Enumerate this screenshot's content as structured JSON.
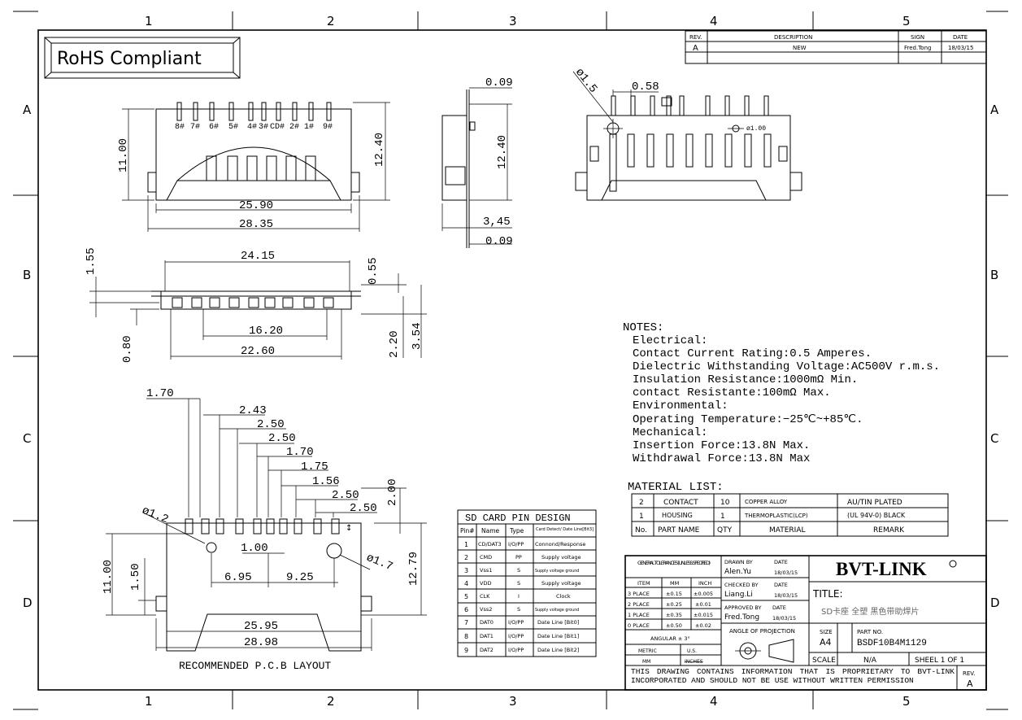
{
  "frame": {
    "columns": [
      "1",
      "2",
      "3",
      "4",
      "5"
    ],
    "rows": [
      "A",
      "B",
      "C",
      "D"
    ]
  },
  "rohs": "RoHS Compliant",
  "revision_block": {
    "headers": [
      "REV.",
      "DESCRIPTION",
      "SIGN",
      "DATE"
    ],
    "row": [
      "A",
      "NEW",
      "Fred.Tong",
      "18/03/15"
    ]
  },
  "front_view": {
    "pin_labels": [
      "8#",
      "7#",
      "6#",
      "5#",
      "4#",
      "3#",
      "CD#",
      "2#",
      "1#",
      "9#"
    ],
    "dims": {
      "w1": "25.90",
      "w2": "28.35",
      "h1": "11.00",
      "h2": "12.40"
    }
  },
  "side_view": {
    "dims": {
      "top": "0.09",
      "h": "12.40",
      "d1": "3,45",
      "d2": "0.09"
    }
  },
  "back_view": {
    "dims": {
      "dia": "ø1.5",
      "w": "0.58",
      "small_dia": "ø1.00"
    }
  },
  "bottom_view": {
    "dims": {
      "top": "24.15",
      "mid": "16.20",
      "bot": "22.60",
      "l1": "1.55",
      "l2": "0.80",
      "r1": "0.55",
      "r2": "2.20",
      "r3": "3.54"
    }
  },
  "pcb_layout": {
    "title": "RECOMMENDED P.C.B LAYOUT",
    "pitch_dims": [
      "1.70",
      "2.43",
      "2.50",
      "2.50",
      "1.70",
      "1.75",
      "1.56",
      "2.50",
      "2.50"
    ],
    "dims": {
      "d12": "ø1.2",
      "d17": "ø1.7",
      "p100": "1.00",
      "p695": "6.95",
      "p925": "9.25",
      "w2595": "25.95",
      "w2898": "28.98",
      "h200": "2.00",
      "h1279": "12.79",
      "h1100": "11.00",
      "h150": "1.50"
    }
  },
  "pin_table": {
    "title": "SD CARD PIN DESIGN",
    "headers": [
      "Pin#",
      "Name",
      "Type",
      "Card Detect/ Date Line[Bit3]"
    ],
    "rows": [
      [
        "1",
        "CD/DAT3",
        "I/O/PP",
        "Connond/Response"
      ],
      [
        "2",
        "CMD",
        "PP",
        "Supply voltage"
      ],
      [
        "3",
        "Vss1",
        "S",
        "Supply voltage ground"
      ],
      [
        "4",
        "VDD",
        "S",
        "Supply voltage"
      ],
      [
        "5",
        "CLK",
        "I",
        "Clock"
      ],
      [
        "6",
        "Vss2",
        "S",
        "Supply voltage ground"
      ],
      [
        "7",
        "DAT0",
        "I/O/PP",
        "Date Line [Bit0]"
      ],
      [
        "8",
        "DAT1",
        "I/O/PP",
        "Date Line [Bit1]"
      ],
      [
        "9",
        "DAT2",
        "I/O/PP",
        "Date Line [Bit2]"
      ]
    ]
  },
  "notes": {
    "title": "NOTES:",
    "lines": [
      "Electrical:",
      "Contact Current Rating:0.5 Amperes.",
      "Dielectric Withstanding Voltage:AC500V r.m.s.",
      "Insulation Resistance:1000mΩ Min.",
      "contact Resistante:100mΩ   Max.",
      "Environmental:",
      "Operating Temperature:−25℃~+85℃.",
      "Mechanical:",
      "Insertion Force:13.8N Max.",
      "Withdrawal Force:13.8N Max"
    ]
  },
  "material_list": {
    "title": "MATERIAL LIST:",
    "rows": [
      [
        "2",
        "CONTACT",
        "10",
        "COPPER ALLOY",
        "AU/TIN PLATED"
      ],
      [
        "1",
        "HOUSING",
        "1",
        "THERMOPLASTIC(LCP)",
        "(UL 94V-0) BLACK"
      ]
    ],
    "headers": [
      "No.",
      "PART NAME",
      "QTY",
      "MATERIAL",
      "REMARK"
    ]
  },
  "title_block": {
    "tol_title": "GENERAL TOLERANCES (UNLESS SPECIFIED)",
    "tol_headers": [
      "ITEM",
      "MM",
      "INCH"
    ],
    "tol_rows": [
      [
        "3 PLACE",
        "±0.15",
        "±0.005"
      ],
      [
        "2 PLACE",
        "±0.25",
        "±0.01"
      ],
      [
        "1 PLACE",
        "±0.35",
        "±0.015"
      ],
      [
        "0 PLACE",
        "±0.50",
        "±0.02"
      ]
    ],
    "angular": "ANGULAR ± 3°",
    "metric": "METRIC",
    "us": "U.S.",
    "mm": "MM",
    "inches": "INCHES",
    "drawn_by_label": "DRAWN BY",
    "drawn_by": "Alen.Yu",
    "checked_by_label": "CHECKED BY",
    "checked_by": "Liang.Li",
    "approved_by_label": "APPROVED BY",
    "approved_by": "Fred.Tong",
    "date_label": "DATE",
    "date": "18/03/15",
    "projection": "ANGLE OF PROJECTION",
    "company": "BVT-LINK",
    "title_label": "TITLE:",
    "title_text": "SD卡座  全塑 黑色带助焊片",
    "size_label": "SIZE",
    "size": "A4",
    "part_no_label": "PART NO.",
    "part_no": "BSDF10B4M1129",
    "scale_label": "SCALE",
    "scale": "N/A",
    "sheet": "SHEEL 1 OF 1",
    "notice": "THIS DRAWING CONTAINS INFORMATION THAT IS PROPRIETARY TO BVT-LINK INCORPORATED AND SHOULD NOT BE USE WITHOUT WRITTEN PERMISSION",
    "rev_label": "REV.",
    "rev": "A"
  }
}
